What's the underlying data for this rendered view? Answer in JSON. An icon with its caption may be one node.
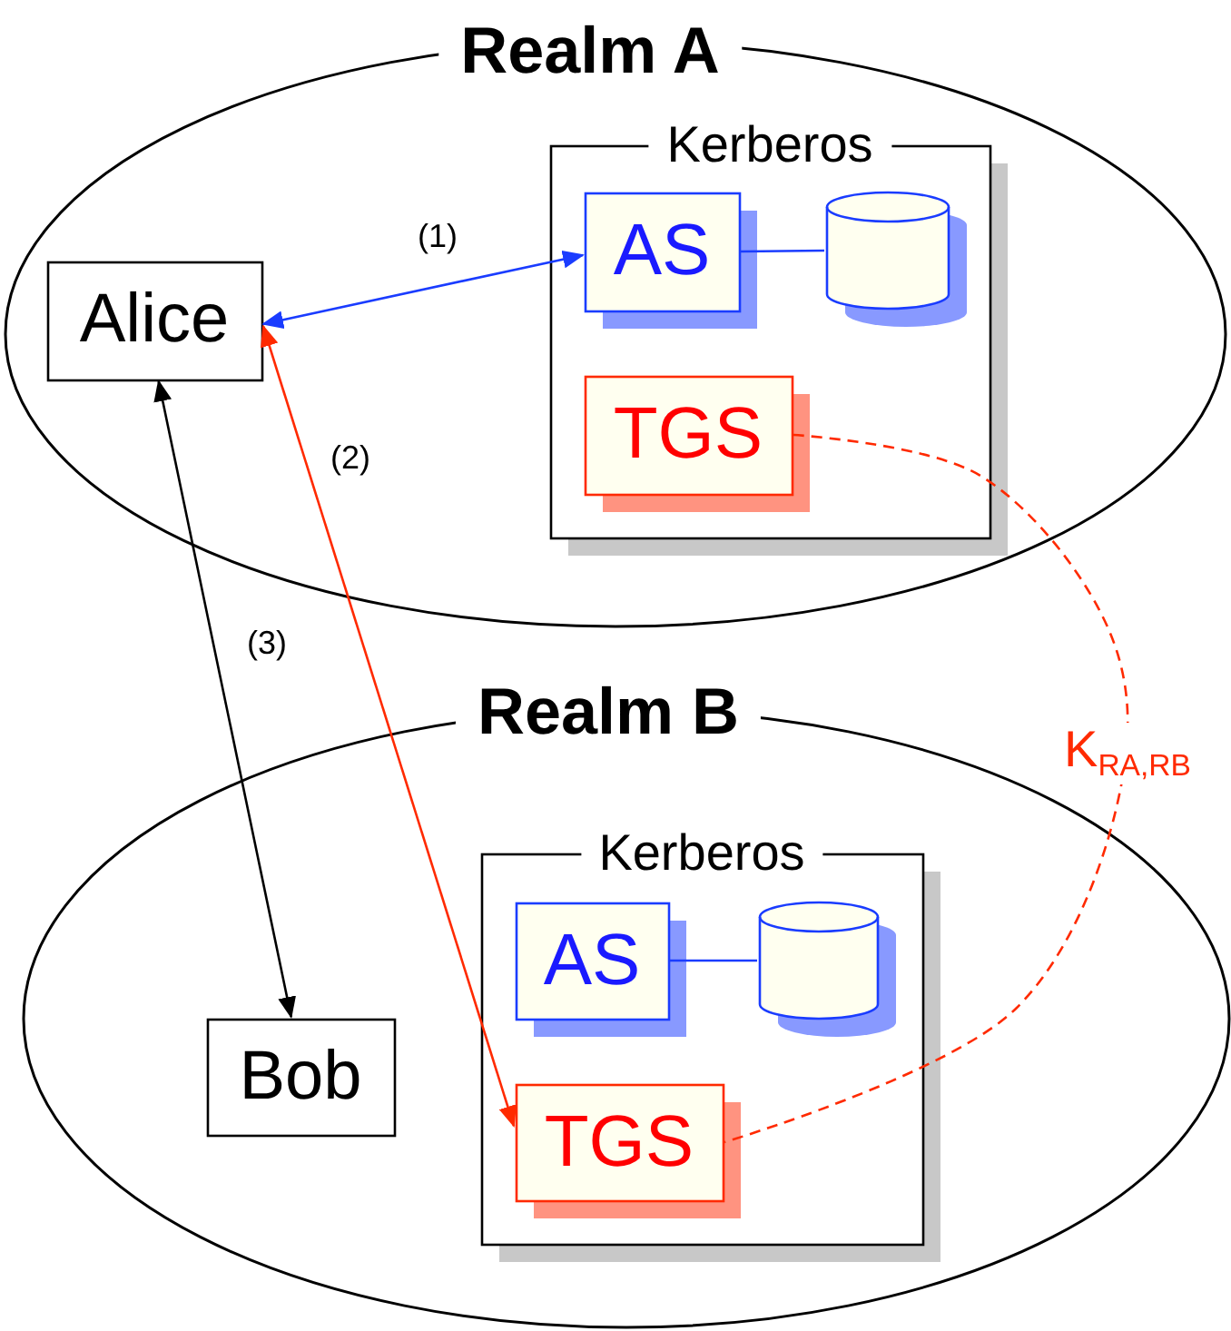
{
  "diagram": {
    "nodes": [
      {
        "text": [
          "Realm A"
        ]
      },
      {
        "text": [
          "Kerberos"
        ],
        "in": 0
      },
      {
        "text": [
          "AS"
        ],
        "in": 1
      },
      {
        "text": [],
        "shape": "cylinder",
        "in": 1
      },
      {
        "text": [
          "TGS"
        ],
        "in": 1
      },
      {
        "text": [
          "Alice"
        ],
        "in": 0
      },
      {
        "text": [
          "Realm B"
        ]
      },
      {
        "text": [
          "Kerberos"
        ],
        "in": 6
      },
      {
        "text": [
          "AS"
        ],
        "in": 7
      },
      {
        "text": [],
        "shape": "cylinder",
        "in": 7
      },
      {
        "text": [
          "TGS"
        ],
        "in": 7
      },
      {
        "text": [
          "Bob"
        ],
        "in": 6
      }
    ],
    "edges": [
      {
        "from": 5,
        "to": 2,
        "arrow": "both",
        "label": "(1)",
        "color": "#1a3cff"
      },
      {
        "from": 2,
        "to": 3,
        "arrow": "none",
        "color": "#1a3cff"
      },
      {
        "from": 8,
        "to": 9,
        "arrow": "none",
        "color": "#1a3cff"
      },
      {
        "from": 5,
        "to": 10,
        "arrow": "both",
        "label": "(2)",
        "color": "#ff2a00"
      },
      {
        "from": 5,
        "to": 11,
        "arrow": "both",
        "label": "(3)",
        "color": "#000000"
      },
      {
        "from": 4,
        "to": 10,
        "arrow": "none",
        "label": "K$_{RA,RB}$",
        "style": "dashed",
        "color": "#ff2a00"
      }
    ]
  }
}
